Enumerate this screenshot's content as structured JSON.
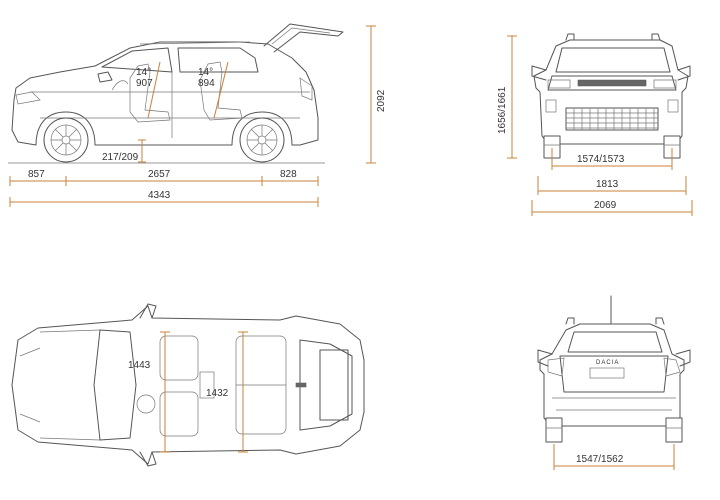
{
  "side_view": {
    "front_overhang": "857",
    "wheelbase": "2657",
    "rear_overhang": "828",
    "overall_length": "4343",
    "height_open_tailgate": "2092",
    "ground_clearance": "217/209",
    "front_seat_angle": "14°",
    "front_seat_value": "907",
    "rear_seat_angle": "14°",
    "rear_seat_value": "894"
  },
  "front_view": {
    "height": "1656/1661",
    "front_track": "1574/1573",
    "width_no_mirrors": "1813",
    "width_mirrors": "2069"
  },
  "top_view": {
    "front_elbow_width": "1443",
    "rear_elbow_width": "1432"
  },
  "rear_view": {
    "rear_track": "1547/1562",
    "brand_badge": "DACIA"
  },
  "colors": {
    "dimension_line": "#c9823a",
    "drawing_line": "#555555",
    "label_text": "#333333"
  }
}
